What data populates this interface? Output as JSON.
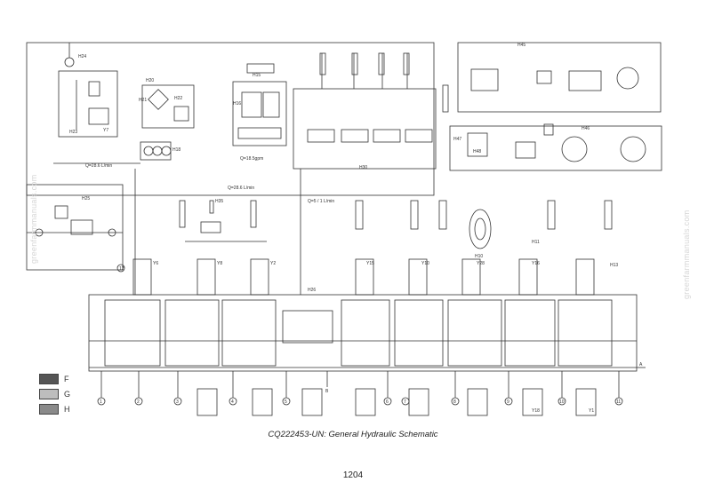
{
  "watermark": "greenfarmmanuals.com",
  "legend": [
    {
      "code": "F",
      "color": "#555555"
    },
    {
      "code": "G",
      "color": "#bdbdbd"
    },
    {
      "code": "H",
      "color": "#8a8a8a"
    }
  ],
  "caption": "CQ222453-UN: General Hydraulic Schematic",
  "page_number": "1204",
  "flow_labels": {
    "q_left": "Q=28.6 L/min",
    "q_mid": "Q=18.5gpm",
    "q_long": "Q=28.6 L/min",
    "q_small": "Q=5 / 1 L/min"
  },
  "block_labels": {
    "h24": "H24",
    "h20": "H20",
    "h21": "H21",
    "h15": "H15",
    "h16": "H16",
    "h22": "H22",
    "h23": "H23",
    "h18": "H18",
    "h25": "H25",
    "h35": "H35",
    "h30": "H30",
    "h26": "H26",
    "h10": "H10",
    "h11": "H11",
    "h45": "H45",
    "h46": "H46",
    "h47": "H47",
    "h48": "H48",
    "h13": "H13"
  },
  "valve_labels": [
    "Y6",
    "Y7",
    "Y8",
    "Y15",
    "Y10",
    "Y28",
    "Y16",
    "Y18",
    "Y1",
    "Y2"
  ],
  "port_labels": [
    "1",
    "2",
    "3",
    "4",
    "5",
    "6",
    "7",
    "8",
    "9",
    "10",
    "11",
    "12"
  ],
  "ports": {
    "a": "A",
    "b": "B"
  }
}
